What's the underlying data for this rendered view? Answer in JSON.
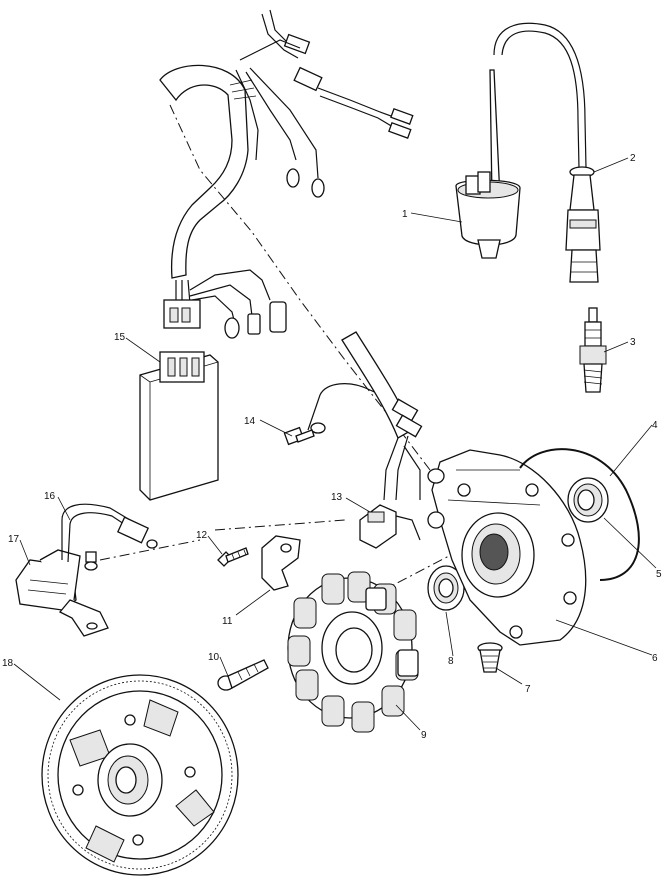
{
  "callouts": [
    {
      "id": "1",
      "part": "ignition-coil"
    },
    {
      "id": "2",
      "part": "spark-plug-cap"
    },
    {
      "id": "3",
      "part": "spark-plug"
    },
    {
      "id": "4",
      "part": "o-ring"
    },
    {
      "id": "5",
      "part": "bearing"
    },
    {
      "id": "6",
      "part": "magneto-housing"
    },
    {
      "id": "7",
      "part": "housing-bolt"
    },
    {
      "id": "8",
      "part": "oil-seal"
    },
    {
      "id": "9",
      "part": "stator"
    },
    {
      "id": "10",
      "part": "stator-screw"
    },
    {
      "id": "11",
      "part": "wire-clamp"
    },
    {
      "id": "12",
      "part": "clamp-screw"
    },
    {
      "id": "13",
      "part": "trigger-coil"
    },
    {
      "id": "14",
      "part": "ground-screw"
    },
    {
      "id": "15",
      "part": "cdi-module"
    },
    {
      "id": "16",
      "part": "voltage-regulator-wiring"
    },
    {
      "id": "17",
      "part": "voltage-regulator"
    },
    {
      "id": "18",
      "part": "flywheel"
    }
  ]
}
